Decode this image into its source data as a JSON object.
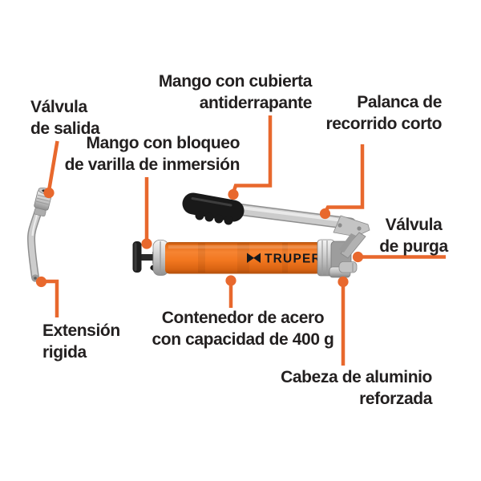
{
  "diagram_title": "Grease gun labeled parts diagram",
  "colors": {
    "accent_callout_orange": "#E8682D",
    "barrel_orange": "#F0761F",
    "label_text": "#232020",
    "steel_gray": "#C9C9C9",
    "grip_black": "#191919",
    "background": "#FFFFFF"
  },
  "brand": {
    "name": "TRUPER",
    "icon": "truper-bowtie-icon",
    "logo_color": "#15181C"
  },
  "labels": {
    "valvula_salida": {
      "line1": "Válvula",
      "line2": "de salida"
    },
    "mango_bloqueo": {
      "line1": "Mango con bloqueo",
      "line2": "de varilla de inmersión"
    },
    "mango_cubierta": {
      "line1": "Mango con cubierta",
      "line2": "antiderrapante"
    },
    "palanca": {
      "line1": "Palanca de",
      "line2": "recorrido corto"
    },
    "valvula_purga": {
      "line1": "Válvula",
      "line2": "de purga"
    },
    "extension": {
      "line1": "Extensión",
      "line2": "rigida"
    },
    "contenedor": {
      "line1": "Contenedor de acero",
      "line2": "con capacidad de 400 g"
    },
    "cabeza": {
      "line1": "Cabeza de aluminio",
      "line2": "reforzada"
    }
  }
}
